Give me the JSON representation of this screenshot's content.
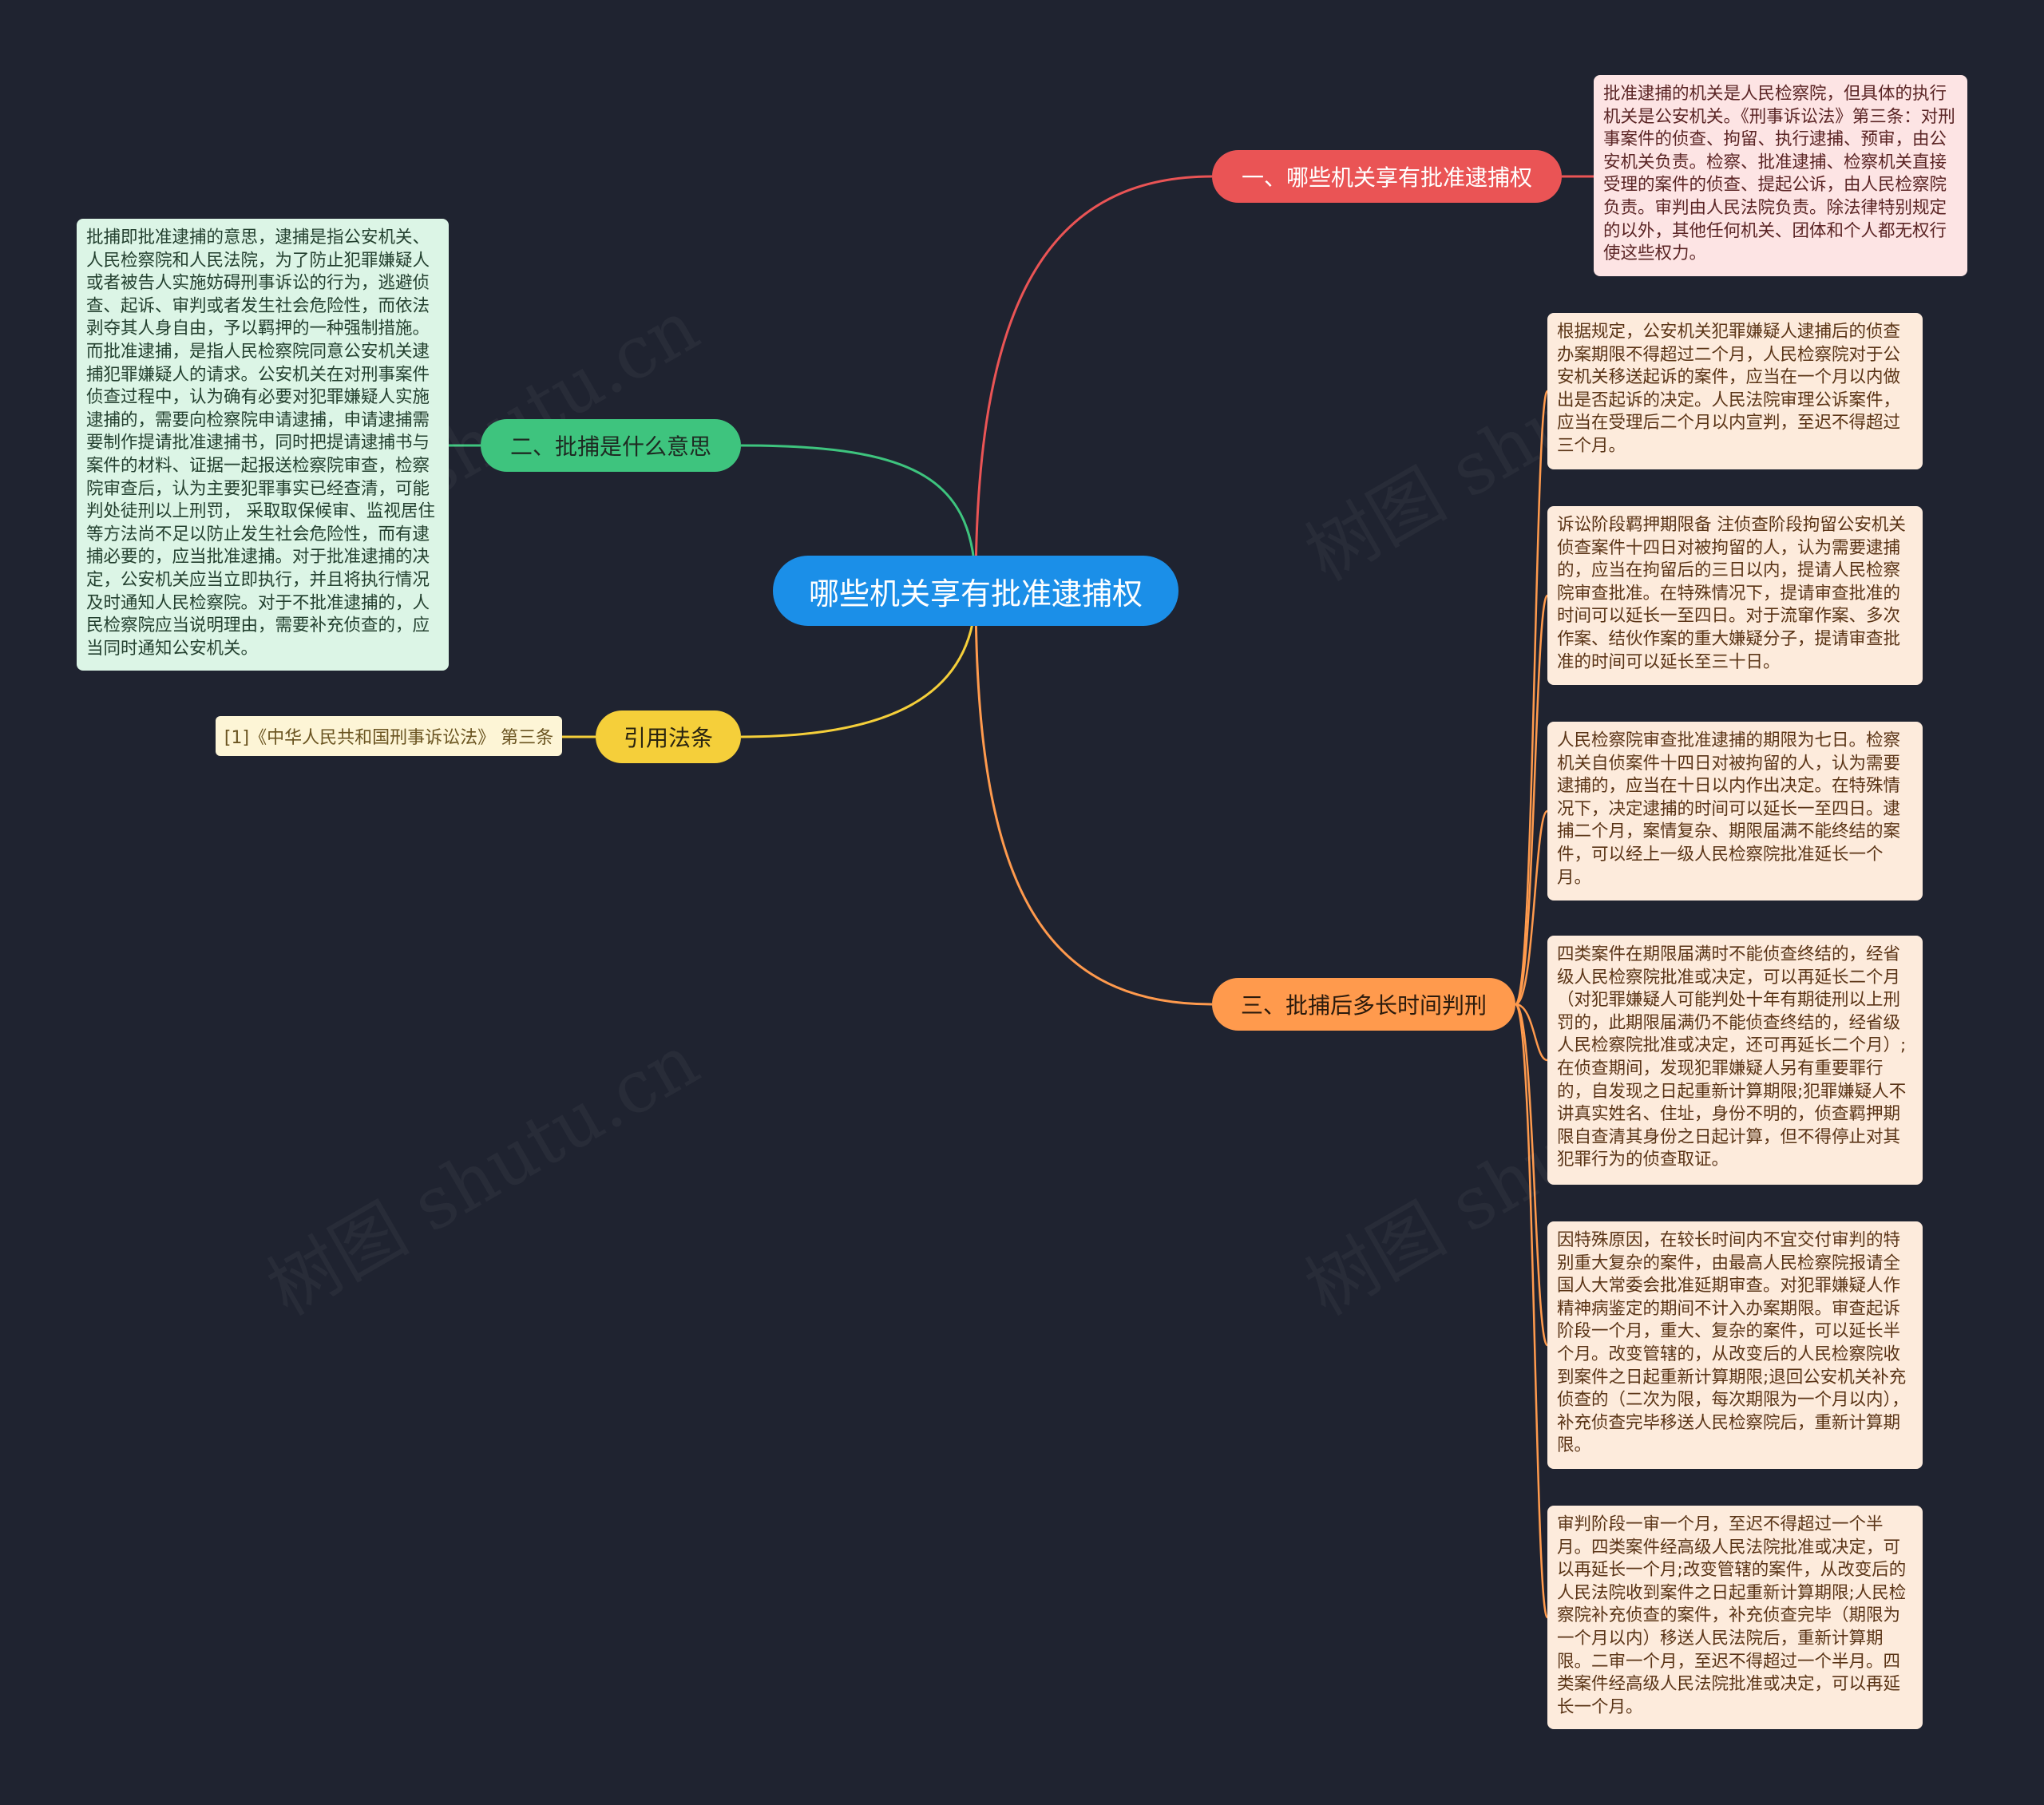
{
  "center": {
    "label": "哪些机关享有批准逮捕权"
  },
  "branches": [
    {
      "label": "一、哪些机关享有批准逮捕权",
      "color": "#ea5455"
    },
    {
      "label": "二、批捕是什么意思",
      "color": "#3ec47e"
    },
    {
      "label": "引用法条",
      "color": "#f5cf3a"
    },
    {
      "label": "三、批捕后多长时间判刑",
      "color": "#ff9a4d"
    }
  ],
  "notes": {
    "branch1": "批准逮捕的机关是人民检察院，但具体的执行机关是公安机关。《刑事诉讼法》第三条：对刑事案件的侦查、拘留、执行逮捕、预审，由公安机关负责。检察、批准逮捕、检察机关直接受理的案件的侦查、提起公诉，由人民检察院负责。审判由人民法院负责。除法律特别规定的以外，其他任何机关、团体和个人都无权行使这些权力。",
    "branch2": "批捕即批准逮捕的意思，逮捕是指公安机关、人民检察院和人民法院，为了防止犯罪嫌疑人或者被告人实施妨碍刑事诉讼的行为，逃避侦查、起诉、审判或者发生社会危险性，而依法剥夺其人身自由，予以羁押的一种强制措施。而批准逮捕，是指人民检察院同意公安机关逮捕犯罪嫌疑人的请求。公安机关在对刑事案件侦查过程中，认为确有必要对犯罪嫌疑人实施逮捕的，需要向检察院申请逮捕，申请逮捕需要制作提请批准逮捕书，同时把提请逮捕书与案件的材料、证据一起报送检察院审查，检察院审查后，认为主要犯罪事实已经查清，可能判处徒刑以上刑罚， 采取取保候审、监视居住等方法尚不足以防止发生社会危险性，而有逮捕必要的，应当批准逮捕。对于批准逮捕的决定，公安机关应当立即执行，并且将执行情况及时通知人民检察院。对于不批准逮捕的，人民检察院应当说明理由，需要补充侦查的，应当同时通知公安机关。",
    "reference": "[1]《中华人民共和国刑事诉讼法》 第三条",
    "branch4": [
      "根据规定，公安机关犯罪嫌疑人逮捕后的侦查办案期限不得超过二个月，人民检察院对于公安机关移送起诉的案件，应当在一个月以内做出是否起诉的决定。人民法院审理公诉案件，应当在受理后二个月以内宣判，至迟不得超过三个月。",
      "诉讼阶段羁押期限备 注侦查阶段拘留公安机关侦查案件十四日对被拘留的人，认为需要逮捕的，应当在拘留后的三日以内，提请人民检察院审查批准。在特殊情况下，提请审查批准的时间可以延长一至四日。对于流窜作案、多次作案、结伙作案的重大嫌疑分子，提请审查批准的时间可以延长至三十日。",
      "人民检察院审查批准逮捕的期限为七日。检察机关自侦案件十四日对被拘留的人，认为需要逮捕的，应当在十日以内作出决定。在特殊情况下，决定逮捕的时间可以延长一至四日。逮捕二个月，案情复杂、期限届满不能终结的案件，可以经上一级人民检察院批准延长一个月。",
      "四类案件在期限届满时不能侦查终结的，经省级人民检察院批准或决定，可以再延长二个月（对犯罪嫌疑人可能判处十年有期徒刑以上刑罚的，此期限届满仍不能侦查终结的，经省级人民检察院批准或决定，还可再延长二个月）;在侦查期间，发现犯罪嫌疑人另有重要罪行的，自发现之日起重新计算期限;犯罪嫌疑人不讲真实姓名、住址，身份不明的，侦查羁押期限自查清其身份之日起计算，但不得停止对其犯罪行为的侦查取证。",
      "因特殊原因，在较长时间内不宜交付审判的特别重大复杂的案件，由最高人民检察院报请全国人大常委会批准延期审查。对犯罪嫌疑人作精神病鉴定的期间不计入办案期限。审查起诉阶段一个月，重大、复杂的案件，可以延长半个月。改变管辖的，从改变后的人民检察院收到案件之日起重新计算期限;退回公安机关补充侦查的（二次为限，每次期限为一个月以内），补充侦查完毕移送人民检察院后，重新计算期限。",
      "审判阶段一审一个月，至迟不得超过一个半月。四类案件经高级人民法院批准或决定，可以再延长一个月;改变管辖的案件，从改变后的人民法院收到案件之日起重新计算期限;人民检察院补充侦查的案件，补充侦查完毕（期限为一个月以内）移送人民法院后，重新计算期限。二审一个月，至迟不得超过一个半月。四类案件经高级人民法院批准或决定，可以再延长一个月。"
    ]
  },
  "watermark": "树图 shutu.cn"
}
